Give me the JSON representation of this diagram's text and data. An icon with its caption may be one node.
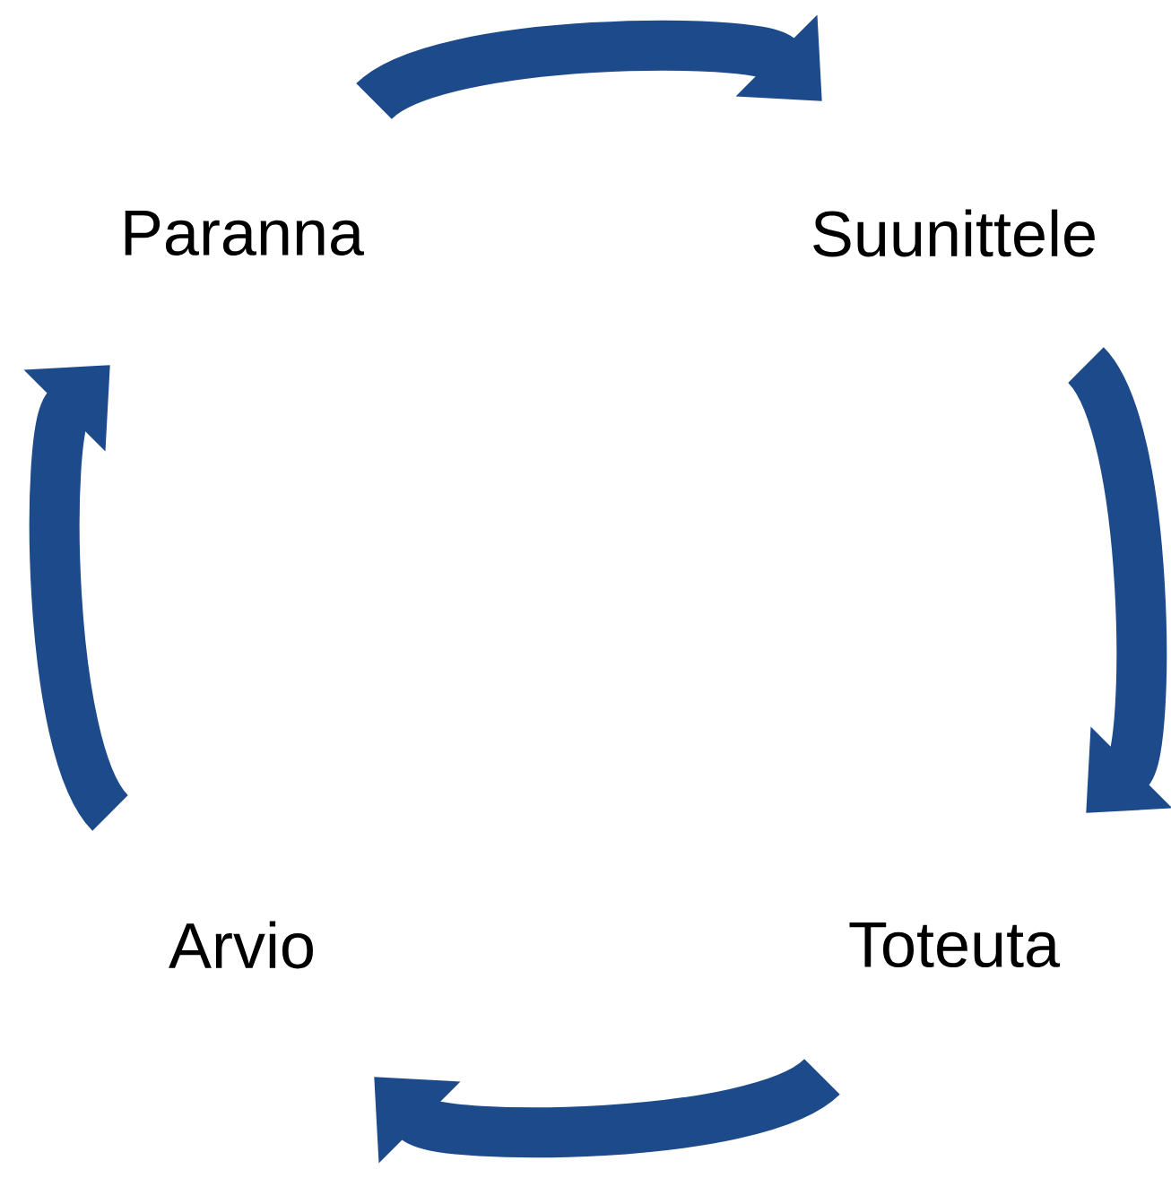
{
  "diagram": {
    "nodes": [
      {
        "text": [
          "Paranna"
        ]
      },
      {
        "text": [
          "Suunittele"
        ]
      },
      {
        "text": [
          "Toteuta"
        ]
      },
      {
        "text": [
          "Arvio"
        ]
      }
    ],
    "edges": [
      {
        "from": 0,
        "to": 1,
        "arrow": "to"
      },
      {
        "from": 1,
        "to": 2,
        "arrow": "to"
      },
      {
        "from": 2,
        "to": 3,
        "arrow": "to"
      },
      {
        "from": 3,
        "to": 0,
        "arrow": "to"
      }
    ]
  }
}
